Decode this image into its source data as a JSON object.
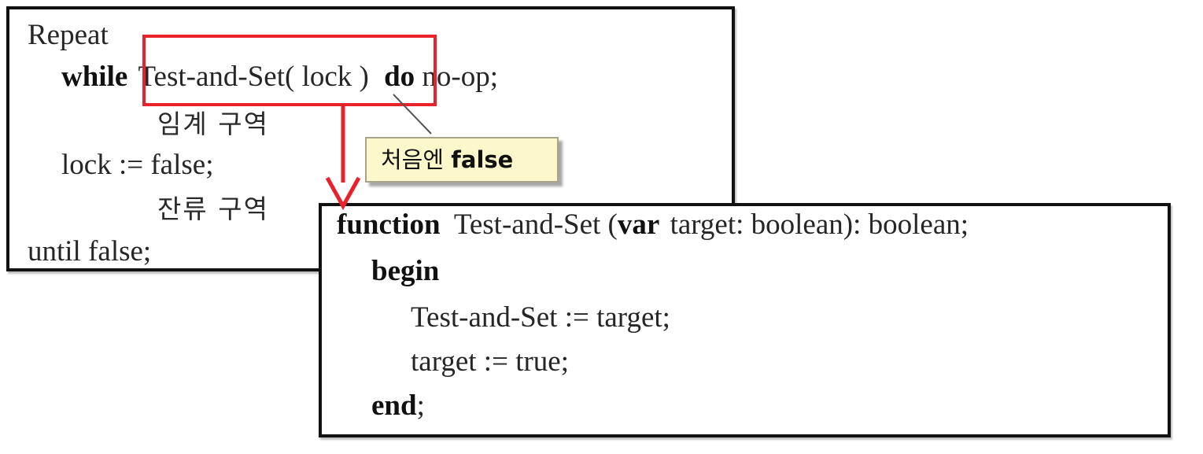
{
  "loop_code": {
    "repeat": "Repeat",
    "while_kw": "while",
    "tas_call": "Test-and-Set( lock )",
    "do_kw": "do",
    "noop": "no-op;",
    "critical_section": "임계 구역",
    "lock_reset": "lock := false;",
    "remainder_section": "잔류 구역",
    "until": "until false;"
  },
  "callout": {
    "text_kr": "처음엔",
    "text_bold": "false"
  },
  "function_code": {
    "function_kw": "function",
    "sig_name": "Test-and-Set (",
    "var_kw": "var",
    "sig_rest": "target: boolean): boolean;",
    "begin_kw": "begin",
    "assign1": "Test-and-Set := target;",
    "assign2": "target := true;",
    "end_kw": "end",
    "end_semicolon": ";"
  },
  "colors": {
    "highlight": "#e8212b",
    "callout_bg": "#fcf8cc",
    "border": "#111111"
  }
}
